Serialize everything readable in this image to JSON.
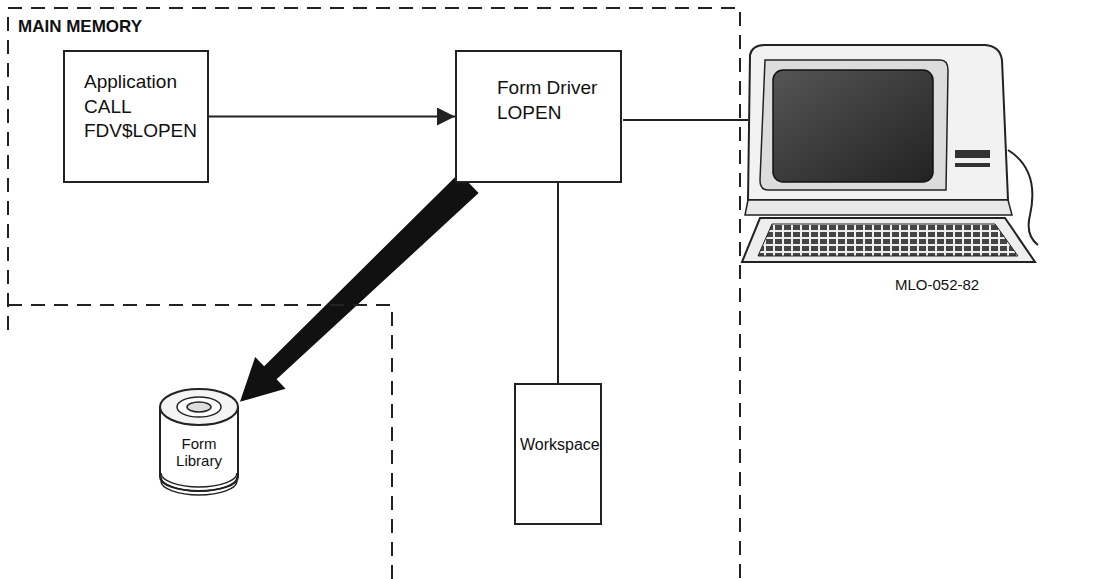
{
  "diagram": {
    "nodes": [
      {
        "text": [
          "MAIN MEMORY"
        ]
      },
      {
        "text": [
          "Application CALL FDV$LOPEN"
        ],
        "in": 0
      },
      {
        "text": [
          "Form Driver LOPEN"
        ],
        "in": 0
      },
      {
        "text": [
          "Workspace"
        ],
        "in": 0
      },
      {
        "text": [
          "Form Library"
        ]
      }
    ],
    "edges": [
      {
        "from": 1,
        "to": 2,
        "arrow": "to"
      },
      {
        "from": 2,
        "to": 4,
        "arrow": "to"
      },
      {
        "from": 2,
        "to": 3,
        "arrow": "none"
      }
    ],
    "labels": [
      "MLO-052-82"
    ]
  }
}
